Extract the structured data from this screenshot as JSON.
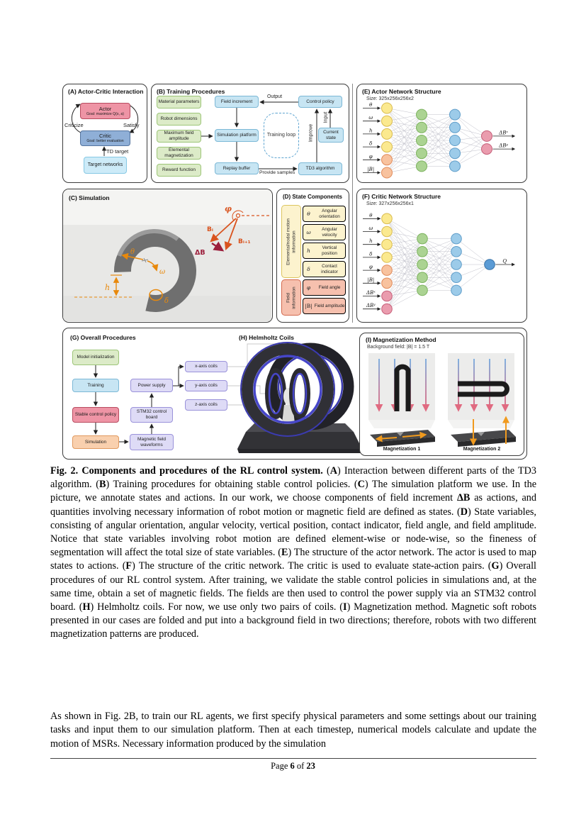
{
  "colors": {
    "accent_orange": "#e8890c",
    "vector_red": "#d9531e",
    "delta_b_red": "#9c1f3c",
    "node_yellow": "#fbe98f",
    "node_orange": "#f8c29e",
    "node_green": "#abd392",
    "node_blue": "#9ccbe9",
    "node_pink": "#ea9cae",
    "node_dark_blue": "#5b9bd5"
  },
  "figure": {
    "panel_a": {
      "title": "(A) Actor-Critic Interaction",
      "actor_label": "Actor",
      "actor_goal": "Goal: maximize Q(s, a)",
      "critic_label": "Critic",
      "critic_goal": "Goal: better evaluation",
      "target_label": "Target networks",
      "criticize": "Criticize",
      "satisfy": "Satisfy",
      "td_target": "TD target"
    },
    "panel_b": {
      "title": "(B) Training Procedures",
      "green": [
        "Material parameters",
        "Robot dimensions",
        "Maximum field amplitude",
        "Elemental magnetization",
        "Reward function"
      ],
      "field_increment": "Field increment",
      "simulation_platform": "Simulation platform",
      "replay_buffer": "Replay buffer",
      "control_policy": "Control policy",
      "current_state": "Current state",
      "td3_algorithm": "TD3 algorithm",
      "training_loop": "Training loop",
      "output": "Output",
      "improve": "Improve",
      "input": "Input",
      "provide_samples": "Provide samples"
    },
    "panel_c": {
      "title": "(C) Simulation",
      "phi": "φ",
      "b_i": "Bᵢ",
      "b_i1": "Bᵢ₊₁",
      "delta_b": "ΔB",
      "theta": "θ",
      "omega": "ω",
      "h": "h",
      "delta": "δ"
    },
    "panel_d": {
      "title": "(D) State Components",
      "group_motion": "Elemental/nodal motion information",
      "group_field": "Field information",
      "rows": [
        {
          "sym": "θ",
          "label": "Angular orientation"
        },
        {
          "sym": "ω",
          "label": "Angular velocity"
        },
        {
          "sym": "h",
          "label": "Vertical position"
        },
        {
          "sym": "δ",
          "label": "Contact indicator"
        },
        {
          "sym": "φ",
          "label": "Field angle"
        },
        {
          "sym": "|B|",
          "label": "Field amplitude"
        }
      ]
    },
    "panel_e": {
      "title": "(E) Actor Network Structure",
      "size_label": "Size: 325x256x256x2",
      "input_labels": [
        "θ",
        "ω",
        "h",
        "δ",
        "φ",
        "|B|"
      ],
      "input_colors": [
        "yellow",
        "yellow",
        "yellow",
        "yellow",
        "orange",
        "orange"
      ],
      "hidden_layers": [
        {
          "count": 5,
          "color": "green"
        },
        {
          "count": 5,
          "color": "blue"
        }
      ],
      "output_labels": [
        "ΔBˣ",
        "ΔBʸ"
      ],
      "output_colors": [
        "pink",
        "pink"
      ]
    },
    "panel_f": {
      "title": "(F) Critic Network Structure",
      "size_label": "Size: 327x256x256x1",
      "input_labels": [
        "θ",
        "ω",
        "h",
        "δ",
        "φ",
        "|B|",
        "ΔBˣ",
        "ΔBʸ"
      ],
      "input_colors": [
        "yellow",
        "yellow",
        "yellow",
        "yellow",
        "orange",
        "orange",
        "pink",
        "pink"
      ],
      "hidden_layers": [
        {
          "count": 5,
          "color": "green"
        },
        {
          "count": 5,
          "color": "blue"
        }
      ],
      "output_labels": [
        "Q"
      ],
      "output_colors": [
        "dblue"
      ]
    },
    "panel_g": {
      "title": "(G) Overall Procedures",
      "model_init": "Model initialization",
      "training": "Training",
      "stable_policy": "Stable control policy",
      "simulation": "Simulation",
      "power_supply": "Power supply",
      "stm32": "STM32 control board",
      "waveforms": "Magnetic field waveforms",
      "x_coils": "x-axis coils",
      "y_coils": "y-axis coils",
      "z_coils": "z-axis coils"
    },
    "panel_h": {
      "title": "(H) Helmholtz Coils"
    },
    "panel_i": {
      "title": "(I) Magnetization Method",
      "subtitle": "Background field: |B| = 1.5 T",
      "mag1": "Magnetization 1",
      "mag2": "Magnetization 2"
    }
  },
  "caption_segments": [
    {
      "t": "Fig. 2. Components and procedures of the RL control system. ",
      "b": true
    },
    {
      "t": "(",
      "b": false
    },
    {
      "t": "A",
      "b": true
    },
    {
      "t": ") Interaction between different parts of the TD3 algorithm. (",
      "b": false
    },
    {
      "t": "B",
      "b": true
    },
    {
      "t": ") Training procedures for obtaining stable control policies. (",
      "b": false
    },
    {
      "t": "C",
      "b": true
    },
    {
      "t": ") The simulation platform we use. In the picture, we annotate states and actions. In our work, we choose components of field increment ",
      "b": false
    },
    {
      "t": "ΔB",
      "b": true
    },
    {
      "t": " as actions, and quantities involving necessary information of robot motion or magnetic field are defined as states. (",
      "b": false
    },
    {
      "t": "D",
      "b": true
    },
    {
      "t": ") State variables, consisting of angular orientation, angular velocity, vertical position, contact indicator, field angle, and field amplitude. Notice that state variables involving robot motion are defined element-wise or node-wise, so the fineness of segmentation will affect the total size of state variables. (",
      "b": false
    },
    {
      "t": "E",
      "b": true
    },
    {
      "t": ") The structure of the actor network. The actor is used to map states to actions. (",
      "b": false
    },
    {
      "t": "F",
      "b": true
    },
    {
      "t": ") The structure of the critic network. The critic is used to evaluate state-action pairs. (",
      "b": false
    },
    {
      "t": "G",
      "b": true
    },
    {
      "t": ") Overall procedures of our RL control system. After training, we validate the stable control policies in simulations and, at the same time, obtain a set of magnetic fields. The fields are then used to control the power supply via an STM32 control board. (",
      "b": false
    },
    {
      "t": "H",
      "b": true
    },
    {
      "t": ") Helmholtz coils. For now, we use only two pairs of coils. (",
      "b": false
    },
    {
      "t": "I",
      "b": true
    },
    {
      "t": ") Magnetization method. Magnetic soft robots presented in our cases are folded and put into a background field in two directions; therefore, robots with two different magnetization patterns are produced.",
      "b": false
    }
  ],
  "body_text": "As shown in Fig. 2B, to train our RL agents, we first specify physical parameters and some settings about our training tasks and input them to our simulation platform. Then at each timestep, numerical models calculate and update the motion of MSRs. Necessary information produced by the simulation",
  "footer_segments": [
    {
      "t": "Page ",
      "b": false
    },
    {
      "t": "6",
      "b": true
    },
    {
      "t": " of ",
      "b": false
    },
    {
      "t": "23",
      "b": true
    }
  ]
}
